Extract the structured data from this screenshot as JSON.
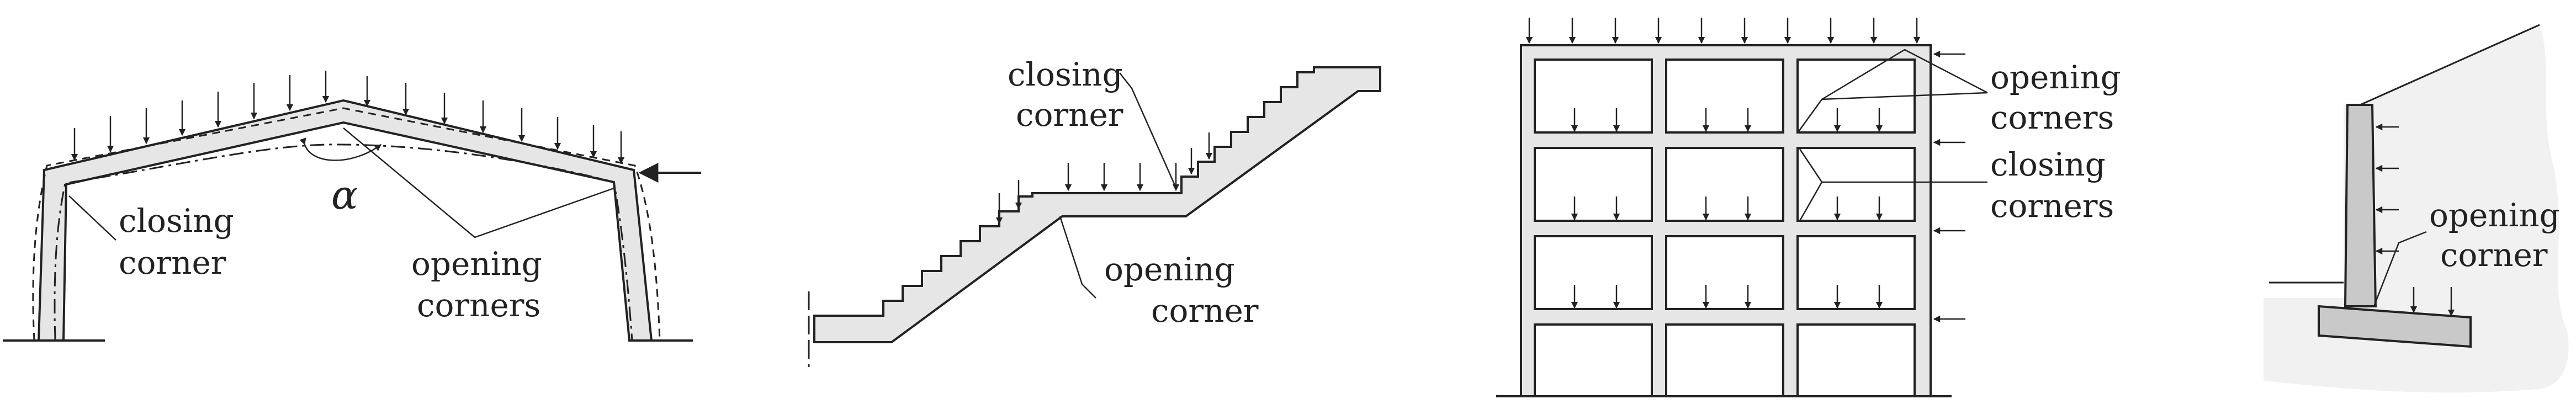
{
  "figure": {
    "portal_frame": {
      "angle_symbol": "α",
      "closing_label": [
        "closing",
        "corner"
      ],
      "opening_label": [
        "opening",
        "corners"
      ]
    },
    "stair": {
      "closing_label": [
        "closing",
        "corner"
      ],
      "opening_label": [
        "opening",
        "corner"
      ]
    },
    "building_frame": {
      "opening_label": [
        "opening",
        "corners"
      ],
      "closing_label": [
        "closing",
        "corners"
      ]
    },
    "retaining_wall": {
      "opening_label": [
        "opening",
        "corner"
      ]
    }
  },
  "colors": {
    "line": "#222222",
    "member_fill": "#e6e6e6",
    "wall_fill": "#c9c9c9",
    "soil_fill": "#f1f1f1"
  }
}
